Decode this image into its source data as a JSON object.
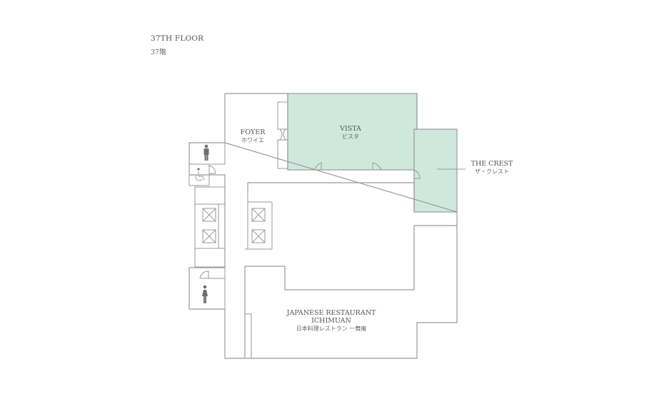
{
  "floor": {
    "title": "37TH FLOOR",
    "title_ja": "37階"
  },
  "rooms": {
    "foyer": {
      "name": "FOYER",
      "name_ja": "ホワイエ"
    },
    "vista": {
      "name": "VISTA",
      "name_ja": "ビスタ"
    },
    "the_crest": {
      "name": "THE CREST",
      "name_ja": "ザ・クレスト"
    },
    "restaurant": {
      "name_line1": "JAPANESE RESTAURANT",
      "name_line2": "ICHIMUAN",
      "name_ja": "日本料理レストラン 一舞庵"
    }
  },
  "icons": [
    "mens-restroom-icon",
    "accessible-restroom-icon",
    "womens-restroom-icon",
    "elevator-icon"
  ],
  "colors": {
    "highlight_room": "#cfe8de",
    "wall": "#9a9a9a",
    "text": "#555555"
  }
}
